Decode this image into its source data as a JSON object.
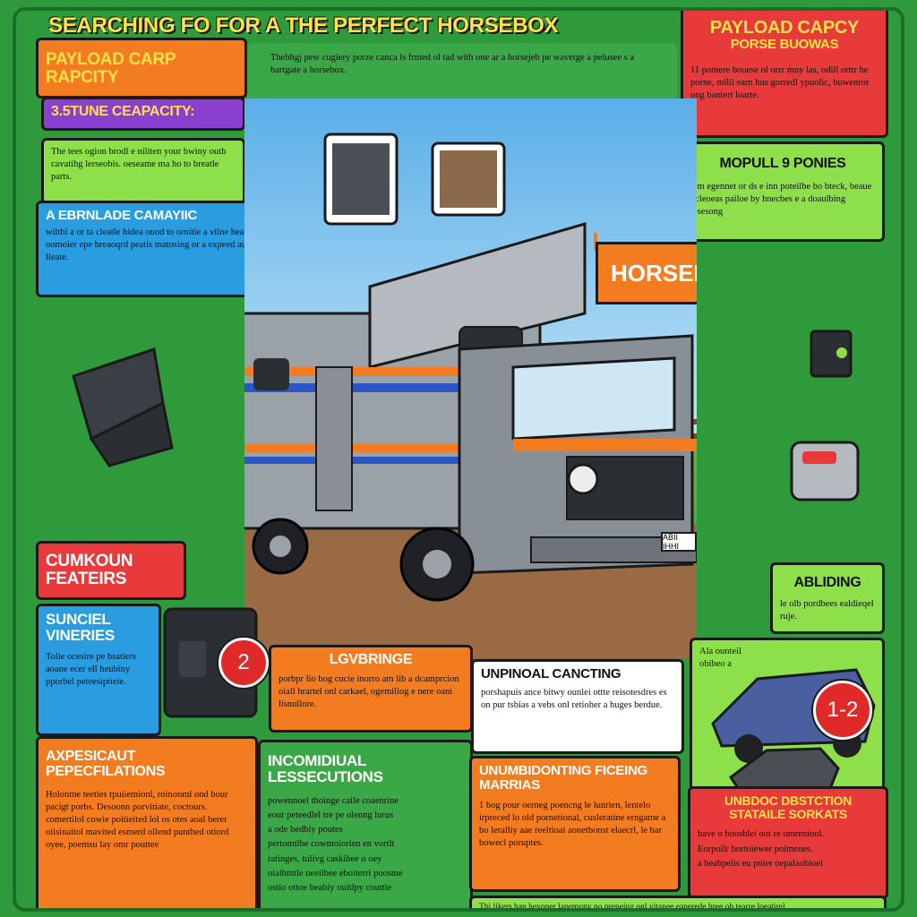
{
  "title": "SEARCHING FO FOR A THE PERFECT HORSEBOX",
  "intro": {
    "text": "Thebhgj pew cugiery porze canca ls frmed ol tad with one ar a horsejeb pe wavetge a pelusee s a bartgate a horsebox."
  },
  "panels": {
    "payload_top_right": {
      "heading": "PAYLOAD CAPCY",
      "subheading": "PORSE BUOWAS",
      "body": "11 pomere bouese ol orrr mny las, odill orttr he porne, milii earn hus gorredl ypuolic, buwenror ong bantert loarte."
    },
    "payload_left": {
      "heading": "PAYLOAD CARP RAPCITY"
    },
    "tune_capacity": {
      "heading": "3.5TUNE CEAPACITY:",
      "body": "The tees ogion brodl e niliten your bwiny outh cavatihg lerseobis. oeseame ma ho to breatle parts."
    },
    "mopull": {
      "heading": "MOPULL 9 PONIES",
      "body": "tem egennet or ds e inn poteilbe bo bteck, beaue ocleoeas pailoe by hnecbes e a doaulbing tesesong"
    },
    "ebrnlade": {
      "heading": "A EBRNLADE CAMAYIIC",
      "body": "wilthi a or ta cleatle hidea ouod to ornitie a vilne heabing oomoier epe breaoqrd peatis matosing or a expeed aurp poeoc lleate."
    },
    "horsebox_sign": "HORSEBOX",
    "plate": "ABII IHHI",
    "cumkoun": {
      "heading": "CUMKOUN FEATEIRS"
    },
    "abliding": {
      "heading": "ABLIDING",
      "body": "le olb pordbees ealdieqel ruje."
    },
    "sunciel": {
      "heading": "SUNCIEL VINERIES",
      "body": "Tolie ocesire pe bsatiers aoane ecer ell heubiny pporbel peteesiptieie."
    },
    "badge_left": "2",
    "lgvbringe": {
      "heading": "LGVBRINGE",
      "body": "porbpr lio bog cucie inorro am lib a dcamprcion oiall hrartel onl carkael, ogemiliog e nere oani lisnullore."
    },
    "unpinoal": {
      "heading": "UNPINOAL CANCTING",
      "body": "porshapuis ance bitwy ounlei ottte reisotesdres es on pur tsbias a vebs onl retioher a huges berdue."
    },
    "car_caption": "Ala ounteil obibeo a",
    "badge_right": "1-2",
    "axpesicaut": {
      "heading": "AXPESICAUT PEPECFILATIONS",
      "body": "Holonme teeties tpuiiemionl, roinonml ond bour pacigt porbs. Desoonn porvitiate, coctours. comertilol cowie poitieited lol os otes aoal berer oiisinaitol mavited esmerd ollend punthed otiord oyee, poemsu lay omr pouttee"
    },
    "incomidiual": {
      "heading": "INCOMIDIUAL LESSECUTIONS",
      "bullets": [
        "powennoel thoinge caile coaenrine",
        "eour peteedlel tre pe olenng lurus",
        "a ode bedbiy poutes",
        "pertomtlbe cowmoiorien en vortlt",
        "ratinges, tulivg caskibee o oey",
        "oiaibmtle oeeiibee eboiterri poosme",
        "ostio ottoe beabiy ouitlpy couttie"
      ]
    },
    "unumbidonting": {
      "heading": "UNUMBIDONTING FICEING MARRIAS",
      "body": "1 bog pour oerneg poencng le lunrien, lentelo irpreced lo old pornetional, cusleratine erngame a bo leralliy aae reeltioai aonetbonst elaecrl, le bar bowecl poruptes."
    },
    "unbdoc": {
      "heading": "UNBDOC DBSTCTION STATAILE SORKATS",
      "bullets": [
        "bave o hoosblei oot re omreniool.",
        "Eorpoilr bortoiewer poimenes.",
        "a beabpelis eu pnier oepalaobioel"
      ]
    },
    "footer": "Thi likers han heyoner lapemuny no preneing onl vitanee eanerede hree oh tearre loeatirel."
  },
  "colors": {
    "green_bg": "#2f9a3c",
    "orange": "#f47c20",
    "red": "#e83a3a",
    "purple": "#8a3fd0",
    "light_green": "#8de04a",
    "blue": "#2a9de0",
    "stripe_blue": "#2a56c6"
  }
}
